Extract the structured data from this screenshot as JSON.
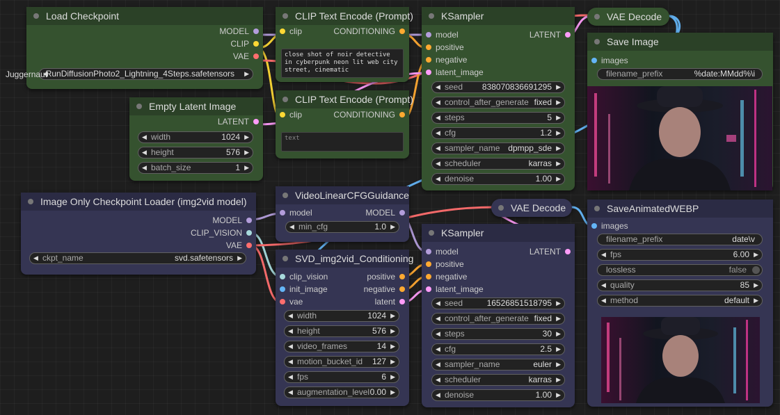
{
  "colors": {
    "canvas": "#1e1e1e",
    "green_node": "#35522f",
    "blue_node": "#353553",
    "model": "#b39ddb",
    "clip": "#fdd835",
    "vae": "#ff6e6e",
    "conditioning": "#ffa931",
    "latent": "#ff9cf9",
    "image": "#64b5f6",
    "clip_vision": "#a8dadc"
  },
  "nodes": {
    "load_checkpoint": {
      "title": "Load Checkpoint",
      "out_model": "MODEL",
      "out_clip": "CLIP",
      "out_vae": "VAE",
      "ckpt_value": "RunDiffusionPhoto2_Lightning_4Steps.safetensors",
      "ckpt_overflow": "Juggernaut"
    },
    "empty_latent": {
      "title": "Empty Latent Image",
      "out_latent": "LATENT",
      "width_label": "width",
      "width": "1024",
      "height_label": "height",
      "height": "576",
      "batch_label": "batch_size",
      "batch": "1"
    },
    "clip_pos": {
      "title": "CLIP Text Encode (Prompt)",
      "in_clip": "clip",
      "out_cond": "CONDITIONING",
      "text": "close shot of noir detective in cyberpunk neon lit web city street, cinematic"
    },
    "clip_neg": {
      "title": "CLIP Text Encode (Prompt)",
      "in_clip": "clip",
      "out_cond": "CONDITIONING",
      "placeholder": "text"
    },
    "ksampler1": {
      "title": "KSampler",
      "in_model": "model",
      "in_positive": "positive",
      "in_negative": "negative",
      "in_latent": "latent_image",
      "out_latent": "LATENT",
      "seed_label": "seed",
      "seed": "838070836691295",
      "cag_label": "control_after_generate",
      "cag": "fixed",
      "steps_label": "steps",
      "steps": "5",
      "cfg_label": "cfg",
      "cfg": "1.2",
      "sampler_label": "sampler_name",
      "sampler": "dpmpp_sde",
      "scheduler_label": "scheduler",
      "scheduler": "karras",
      "denoise_label": "denoise",
      "denoise": "1.00"
    },
    "vae_decode1": {
      "title": "VAE Decode"
    },
    "save_image": {
      "title": "Save Image",
      "in_images": "images",
      "prefix_label": "filename_prefix",
      "prefix": "%date:MMdd%\\i"
    },
    "img_only_loader": {
      "title": "Image Only Checkpoint Loader (img2vid model)",
      "out_model": "MODEL",
      "out_clip_vision": "CLIP_VISION",
      "out_vae": "VAE",
      "ckpt_label": "ckpt_name",
      "ckpt": "svd.safetensors"
    },
    "video_cfg": {
      "title": "VideoLinearCFGGuidance",
      "in_model": "model",
      "out_model": "MODEL",
      "mincfg_label": "min_cfg",
      "mincfg": "1.0"
    },
    "svd_cond": {
      "title": "SVD_img2vid_Conditioning",
      "in_clip_vision": "clip_vision",
      "in_init_image": "init_image",
      "in_vae": "vae",
      "out_positive": "positive",
      "out_negative": "negative",
      "out_latent": "latent",
      "width_label": "width",
      "width": "1024",
      "height_label": "height",
      "height": "576",
      "frames_label": "video_frames",
      "frames": "14",
      "motion_label": "motion_bucket_id",
      "motion": "127",
      "fps_label": "fps",
      "fps": "6",
      "aug_label": "augmentation_level",
      "aug": "0.00"
    },
    "ksampler2": {
      "title": "KSampler",
      "in_model": "model",
      "in_positive": "positive",
      "in_negative": "negative",
      "in_latent": "latent_image",
      "out_latent": "LATENT",
      "seed_label": "seed",
      "seed": "16526851518795",
      "cag_label": "control_after_generate",
      "cag": "fixed",
      "steps_label": "steps",
      "steps": "30",
      "cfg_label": "cfg",
      "cfg": "2.5",
      "sampler_label": "sampler_name",
      "sampler": "euler",
      "scheduler_label": "scheduler",
      "scheduler": "karras",
      "denoise_label": "denoise",
      "denoise": "1.00"
    },
    "vae_decode2": {
      "title": "VAE Decode"
    },
    "save_webp": {
      "title": "SaveAnimatedWEBP",
      "in_images": "images",
      "prefix_label": "filename_prefix",
      "prefix": "date\\v",
      "fps_label": "fps",
      "fps": "6.00",
      "lossless_label": "lossless",
      "lossless": "false",
      "quality_label": "quality",
      "quality": "85",
      "method_label": "method",
      "method": "default"
    }
  }
}
